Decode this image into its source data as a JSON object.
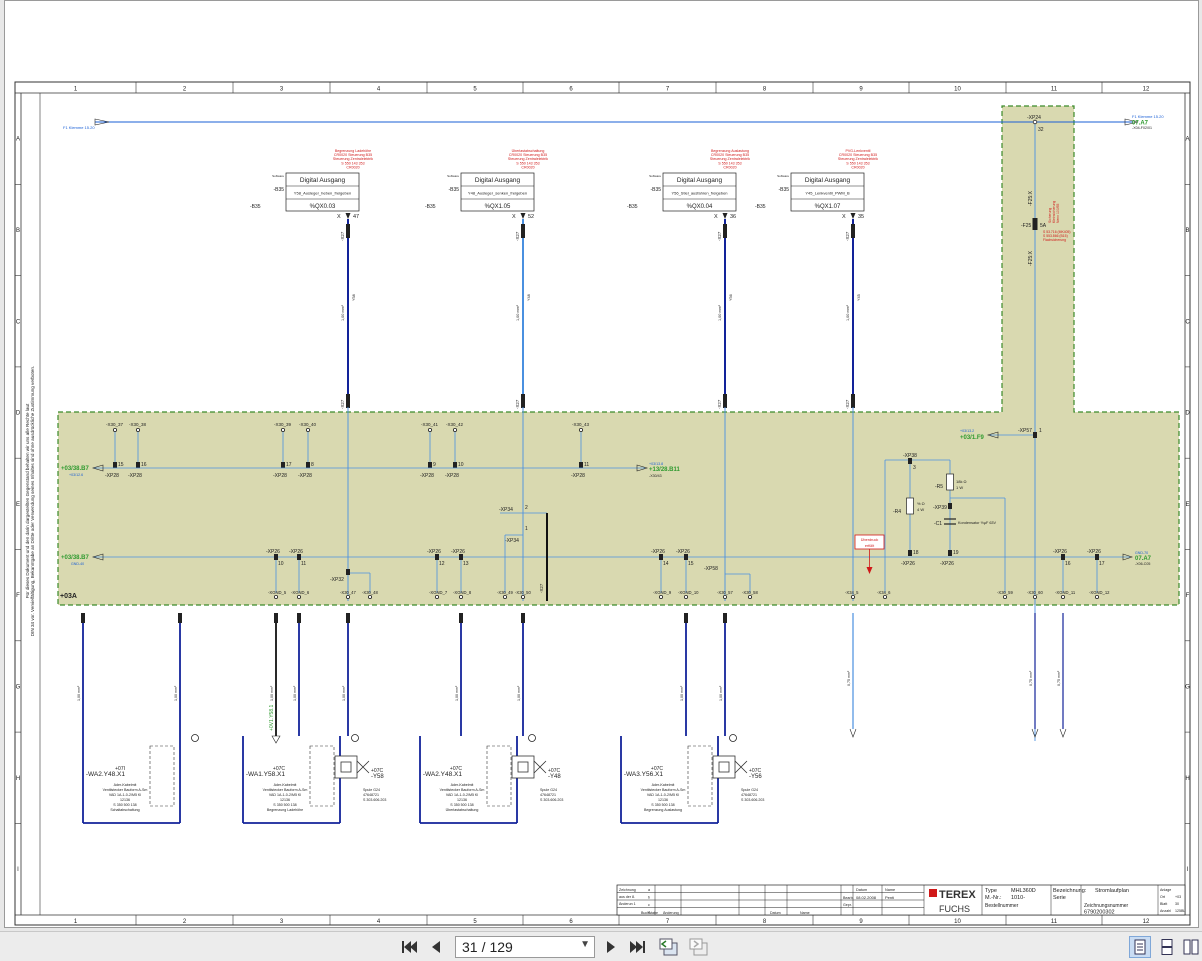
{
  "viewer": {
    "current_page": "31",
    "separator": "/",
    "total_pages": "129"
  },
  "grid": {
    "columns": [
      "1",
      "2",
      "3",
      "4",
      "5",
      "6",
      "7",
      "8",
      "9",
      "10",
      "11",
      "12"
    ],
    "rows": [
      "A",
      "B",
      "C",
      "D",
      "E",
      "F",
      "G",
      "H",
      "I"
    ]
  },
  "left_note": "Für dieses Dokument und den darin dargestellten Gegenstand behalten wir uns alle Rechte laut DIN 34 vor. Vervielfältigung, Bekanntgabe an Dritte oder Verwendung seines Inhaltes sind ohne ausdrückliche Zustimmung verboten.",
  "top_refs": {
    "left": "F1 Klemme 15.20",
    "right_top": "F1 Klemme 15.20",
    "right_ref": "07.A7",
    "right_sub": "-X04-F02/01"
  },
  "area_label": "+03A",
  "outputs": [
    {
      "red": [
        "Begrenzung Ladehöhe",
        "CR0020 Steuerung B35",
        "Steuerung Zentralelektrik",
        "S 550 143 353",
        "CR0020"
      ],
      "mod": "-B35",
      "head": "Digital Ausgang",
      "sig": "Y58_Ausleger_heben_freigeben",
      "addr": "%QX0.03",
      "pin": "47"
    },
    {
      "red": [
        "Überlastabschaltung",
        "CR0020 Steuerung B35",
        "Steuerung Zentralelektrik",
        "S 550 143 353",
        "CR0020"
      ],
      "mod": "-B35",
      "head": "Digital Ausgang",
      "sig": "Y48_Ausleger_senken_freigeben",
      "addr": "%QX1.05",
      "pin": "52"
    },
    {
      "red": [
        "Begrenzung Auslastung",
        "CR0020 Steuerung B35",
        "Steuerung Zentralelektrik",
        "S 550 143 353",
        "CR0020"
      ],
      "mod": "-B35",
      "head": "Digital Ausgang",
      "sig": "Y56_Stiel_ausfahren_freigeben",
      "addr": "%QX0.04",
      "pin": "36"
    },
    {
      "red": [
        "PVG-Lenkventil",
        "CR0020 Steuerung B35",
        "Steuerung Zentralelektrik",
        "S 550 143 353",
        "CR0020"
      ],
      "mod": "-B35",
      "head": "Digital Ausgang",
      "sig": "Y45_Lenkventil_PWM_B",
      "addr": "%QX1.07",
      "pin": "35"
    }
  ],
  "terminals": {
    "x30_top": [
      "-X30_37",
      "-X30_38",
      "-X30_39",
      "-X30_40",
      "-X30_41",
      "-X30_42",
      "-X30_43"
    ],
    "xp28_labels": [
      "-XP28",
      "-XP28",
      "-XP28",
      "-XP28",
      "-XP28",
      "-XP28",
      "-XP28"
    ],
    "xp28_pins": [
      "15",
      "16",
      "17",
      "8",
      "9",
      "10",
      "11"
    ],
    "xp26_labels": [
      "-XP26",
      "-XP26",
      "-XP26",
      "-XP26",
      "-XP26",
      "-XP26",
      "-XP26",
      "-XP26"
    ],
    "xp26_pins": [
      "10",
      "11",
      "12",
      "13",
      "14",
      "15",
      "16",
      "17"
    ],
    "bottom": [
      "-XGND_5",
      "-XGND_6",
      "-X30_47",
      "-X30_48",
      "-XGND_7",
      "-XGND_8",
      "-X30_49",
      "-X30_50",
      "-XGND_9",
      "-XGND_10",
      "-X30_57",
      "-X30_58",
      "-X34_5",
      "-X34_6",
      "-X30_59",
      "-X30_60",
      "-XGND_11",
      "-XGND_12"
    ],
    "x27": "-X27",
    "xp32": "-XP32",
    "xp34": "-XP34",
    "xp34_pin1": "1",
    "xp34_pin2": "2",
    "xp58": "-XP58",
    "xp38": "-XP38",
    "xp39": "-XP39",
    "xp57": "-XP57",
    "xp57_pin": "1",
    "xp24": "-XP24",
    "xp24_pin": "32",
    "xp26_r": "-XP26",
    "xp26_r_pin": "19",
    "xp26_c": "-XP26",
    "xp26_c_pin": "18"
  },
  "cross_refs": {
    "left1": "+03/38.B7",
    "left1_sub": "+03/12.6",
    "left2": "+03/38.B7",
    "left2_sub": "GND-40",
    "mid": "+13/28.B11",
    "mid_top": "+03/13.8",
    "mid_sub": "-X30/43",
    "xp57_ref": "+03/1.F9",
    "xp57_top": "+03/13.2",
    "right_out": "07.A7",
    "right_out_top": "GND-70",
    "right_out_sub": "-X06-C05"
  },
  "components": {
    "r5": "-R5",
    "r5_val": "18k Ω",
    "r5_w": "1 W",
    "r4": "-R4",
    "r4_val": "% Ω",
    "r4_w": "4 W",
    "c1": "-C1",
    "c1_txt": "Kondensator ½µF 63V",
    "f25": "-F25",
    "f25_a": "5A",
    "f25_x": "-F25:X",
    "f25_red": [
      "Sicherung",
      "Kleinsicherung",
      "Nenn 100/55"
    ],
    "f25_red2": [
      "S 53.716 (MK405)",
      "S 553.866 (B15)",
      "Flachsicherung"
    ],
    "warn": [
      "Überdruck",
      "erfüllt"
    ]
  },
  "valves": [
    {
      "tag": "+07I",
      "name": "-WA2.Y48.X1",
      "lines": [
        "Ader-Kabelmit",
        "Ventilstecker Bauform A-Sm",
        "VAD 1A-1-0-2/M5 Kl",
        "12136",
        "S 350 500 138",
        "Schaltabschaltung"
      ],
      "coil": ""
    },
    {
      "tag": "+07C",
      "name": "-WA1.Y58.X1",
      "lines": [
        "Ader-Kabelmit",
        "Ventilstecker Bauform A-Sm",
        "VAD 1A-1-0-2/M5 Kl",
        "12136",
        "S 350 500 138",
        "Begrenzung Ladehöhe"
      ],
      "coil": "-Y58"
    },
    {
      "tag": "+07C",
      "name": "-WA2.Y48.X1",
      "lines": [
        "Ader-Kabelmit",
        "Ventilstecker Bauform A-Sm",
        "VAD 1A-1-0-2/M5 Kl",
        "12136",
        "S 350 500 138",
        "Überlastabschaltung"
      ],
      "coil": "-Y48"
    },
    {
      "tag": "+07C",
      "name": "-WA3.Y56.X1",
      "lines": [
        "Ader-Kabelmit",
        "Ventilstecker Bauform A-Sm",
        "VAD 1A-1-0-2/M5 Kl",
        "12136",
        "S 350 500 138",
        "Begrenzung Auslastung"
      ],
      "coil": "-Y56"
    }
  ],
  "coil_lines": {
    "l1": "Spule G24",
    "l2": "47648721",
    "l3": "S 303.606.203"
  },
  "wire_labels": {
    "section": "1,00 mm²",
    "section2": "0,75 mm²",
    "plus_left": "+0V1.Y48.1",
    "plus_v": "+0V1.Y58.1"
  },
  "title_block": {
    "rows_left": [
      "Zeichnung",
      "aus der 8.",
      "Änderun 1"
    ],
    "small_cols": [
      "Buchstabe",
      "Änderung",
      "Datum",
      "Name"
    ],
    "datum_label": "Datum",
    "name_label": "Name",
    "bearb_label": "Bearb.",
    "bearb_date": "08.02.2008",
    "bearb_name": "Penti",
    "gepr_label": "Gepr.",
    "brand1": "TEREX",
    "brand2": "FUCHS",
    "typ_label": "Type",
    "typ_val": "MHL360D",
    "mnr_label": "M.-Nr.:",
    "mnr_val": "1010-",
    "best_label": "Bestellnummer",
    "bez_label": "Bezeichnung:",
    "bez_val": "Stromlaufplan",
    "serie_val": "Serie",
    "zeich_label": "Zeichnungsnummer",
    "zeich_val": "6790200302",
    "anlage_label": "Anlage",
    "ort_label": "Ort",
    "ort_val": "+03",
    "blatt_label": "Blatt",
    "blatt_val": "30",
    "anzahl_label": "Anzahl",
    "anzahl_val": "125BL"
  }
}
